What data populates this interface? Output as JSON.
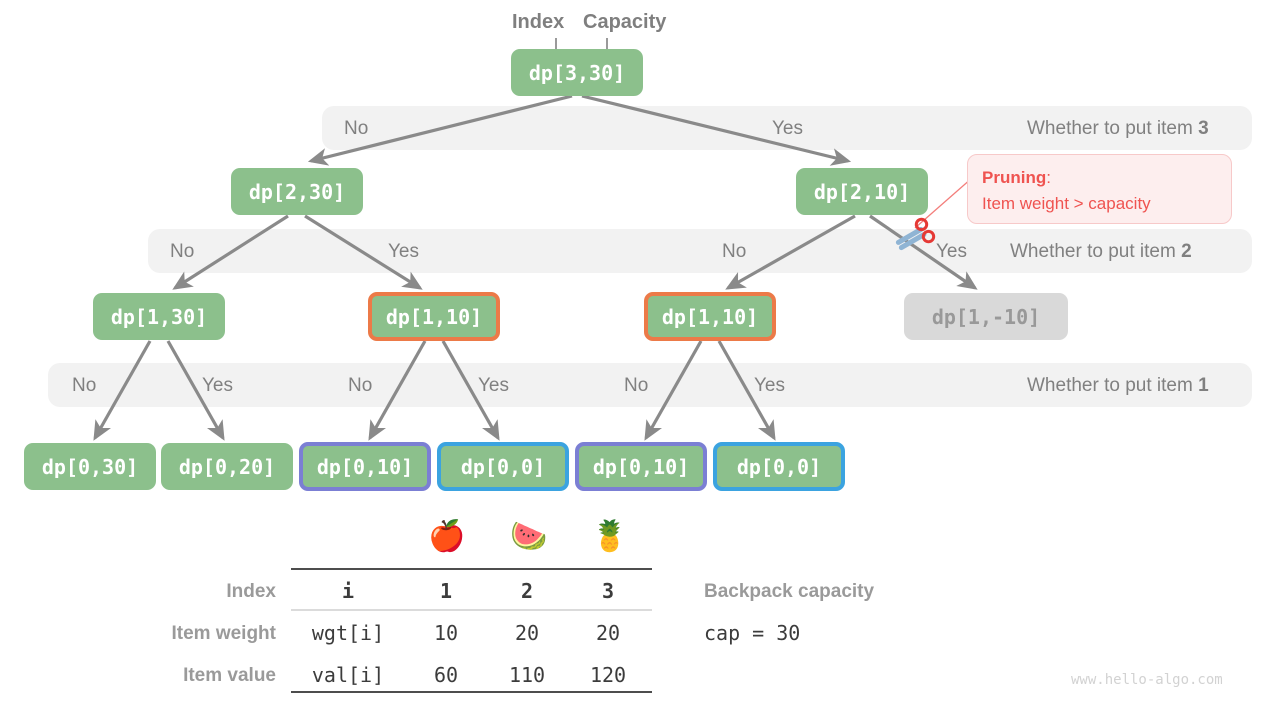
{
  "captions": {
    "index": "Index",
    "capacity": "Capacity"
  },
  "nodes": {
    "root": "dp[3,30]",
    "l2_left": "dp[2,30]",
    "l2_right": "dp[2,10]",
    "l3_a": "dp[1,30]",
    "l3_b": "dp[1,10]",
    "l3_c": "dp[1,10]",
    "l3_d": "dp[1,-10]",
    "l4_a": "dp[0,30]",
    "l4_b": "dp[0,20]",
    "l4_c": "dp[0,10]",
    "l4_d": "dp[0,0]",
    "l4_e": "dp[0,10]",
    "l4_f": "dp[0,0]"
  },
  "bands": [
    {
      "right_text_prefix": "Whether to put item ",
      "right_text_bold": "3",
      "labels": [
        "No",
        "Yes"
      ]
    },
    {
      "right_text_prefix": "Whether to put item ",
      "right_text_bold": "2",
      "labels": [
        "No",
        "Yes",
        "No",
        "Yes"
      ]
    },
    {
      "right_text_prefix": "Whether to put item ",
      "right_text_bold": "1",
      "labels": [
        "No",
        "Yes",
        "No",
        "Yes",
        "No",
        "Yes"
      ]
    }
  ],
  "band1": {
    "no": "No",
    "yes": "Yes",
    "right_prefix": "Whether to put item ",
    "right_bold": "3"
  },
  "band2": {
    "no1": "No",
    "yes1": "Yes",
    "no2": "No",
    "yes2": "Yes",
    "right_prefix": "Whether to put item ",
    "right_bold": "2"
  },
  "band3": {
    "no1": "No",
    "yes1": "Yes",
    "no2": "No",
    "yes2": "Yes",
    "no3": "No",
    "yes3": "Yes",
    "right_prefix": "Whether to put item ",
    "right_bold": "1"
  },
  "callout": {
    "title": "Pruning",
    "colon": ":",
    "body": "Item weight > capacity"
  },
  "table": {
    "row_labels": [
      "Index",
      "Item weight",
      "Item value"
    ],
    "first_col": [
      "i",
      "wgt[i]",
      "val[i]"
    ],
    "fruits": [
      "🍎",
      "🍉",
      "🍍"
    ],
    "columns": [
      "1",
      "2",
      "3"
    ],
    "weights": [
      "10",
      "20",
      "20"
    ],
    "values": [
      "60",
      "110",
      "120"
    ]
  },
  "capacity_info": {
    "title": "Backpack capacity",
    "value": "cap = 30"
  },
  "watermark": "www.hello-algo.com",
  "colors": {
    "node_green": "#8cc08c",
    "node_dim": "#d9d9d9",
    "outline_orange": "#ec7a48",
    "outline_purple": "#7b7fd4",
    "outline_blue": "#3ba3e0",
    "band_bg": "#f2f2f2",
    "arrow": "#808080",
    "pruning_red": "#ef5350"
  }
}
